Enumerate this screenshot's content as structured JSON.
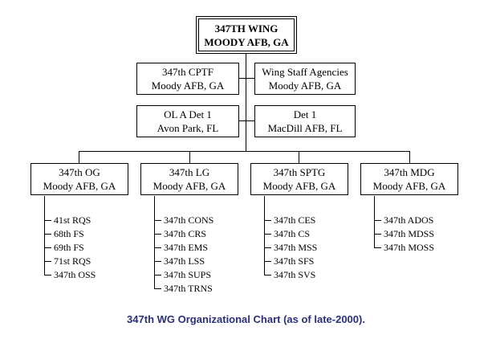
{
  "wing": {
    "line1": "347TH WING",
    "line2": "MOODY AFB, GA"
  },
  "staff": [
    {
      "line1": "347th CPTF",
      "line2": "Moody AFB, GA"
    },
    {
      "line1": "Wing Staff Agencies",
      "line2": "Moody AFB, GA"
    }
  ],
  "detachments": [
    {
      "line1": "OL A Det 1",
      "line2": "Avon Park, FL"
    },
    {
      "line1": "Det 1",
      "line2": "MacDill AFB, FL"
    }
  ],
  "groups": [
    {
      "line1": "347th OG",
      "line2": "Moody AFB, GA",
      "units": [
        "41st RQS",
        "68th FS",
        "69th FS",
        "71st RQS",
        "347th OSS"
      ]
    },
    {
      "line1": "347th LG",
      "line2": "Moody AFB, GA",
      "units": [
        "347th CONS",
        "347th CRS",
        "347th EMS",
        "347th LSS",
        "347th SUPS",
        "347th TRNS"
      ]
    },
    {
      "line1": "347th SPTG",
      "line2": "Moody AFB, GA",
      "units": [
        "347th CES",
        "347th CS",
        "347th MSS",
        "347th SFS",
        "347th SVS"
      ]
    },
    {
      "line1": "347th MDG",
      "line2": "Moody AFB, GA",
      "units": [
        "347th ADOS",
        "347th MDSS",
        "347th MOSS"
      ]
    }
  ],
  "caption": "347th WG Organizational Chart (as of late-2000)."
}
